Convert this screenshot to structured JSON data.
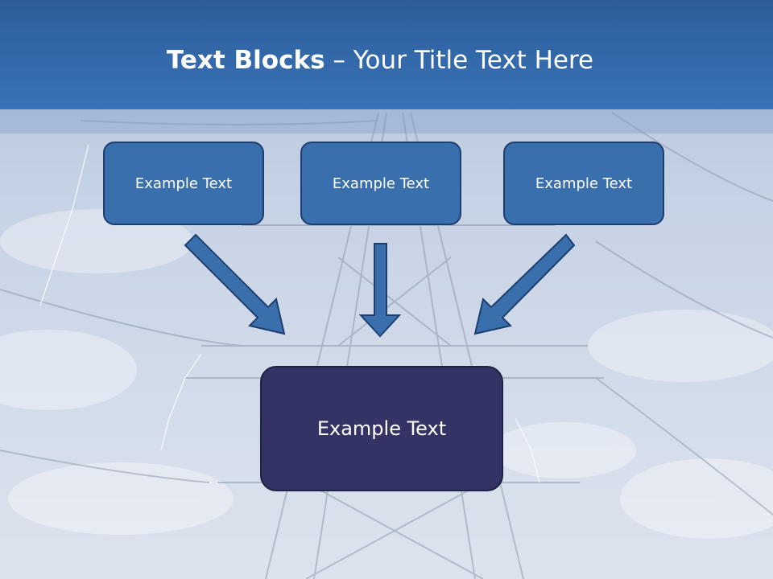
{
  "title": {
    "bold": "Text Blocks",
    "separator": " – ",
    "rest": "Your Title Text Here"
  },
  "blocks": {
    "top": [
      "Example Text",
      "Example Text",
      "Example Text"
    ],
    "bottom": "Example Text"
  },
  "colors": {
    "title_bar": "#3a73b7",
    "small_box": "#3a6fae",
    "big_box": "#333366",
    "arrow": "#3a6fae"
  }
}
